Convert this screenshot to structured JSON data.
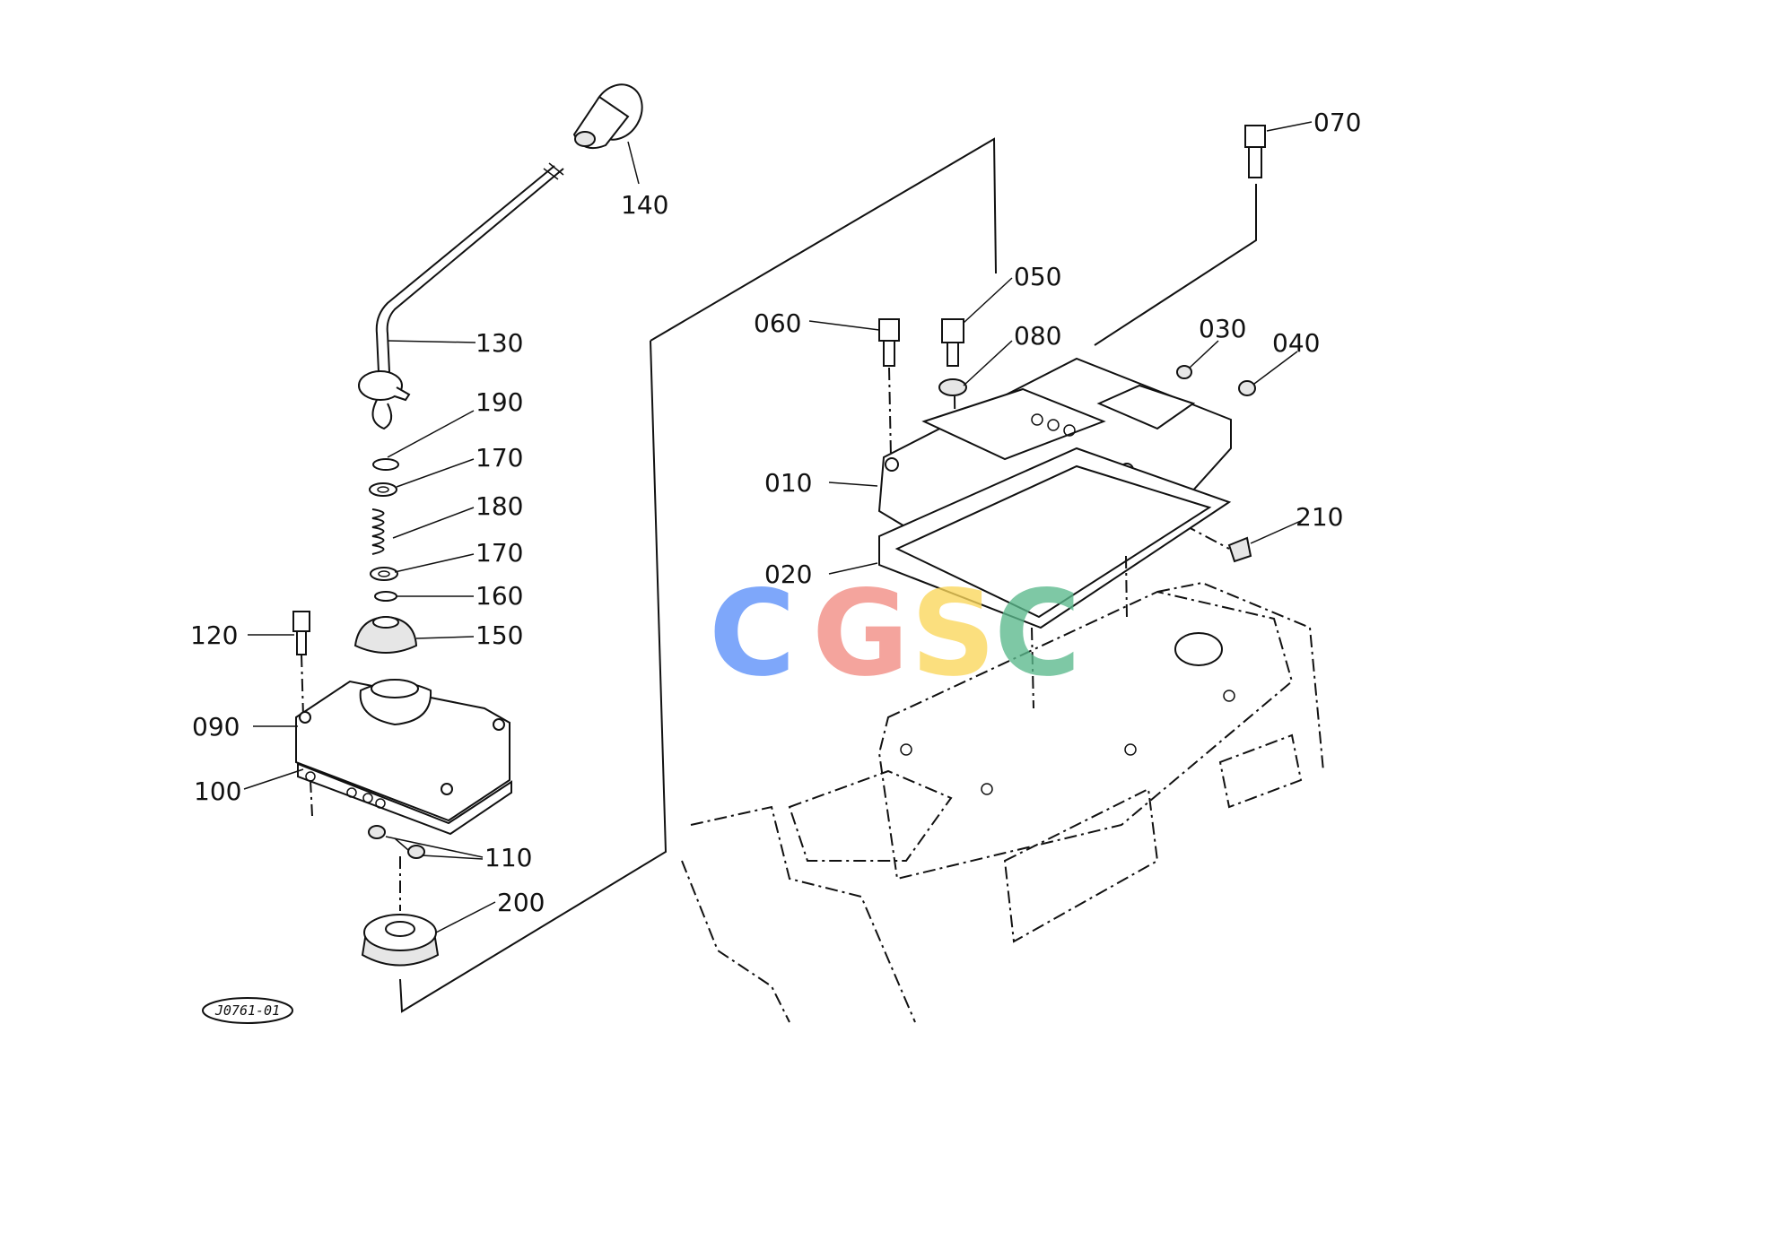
{
  "labels": {
    "p010": "010",
    "p020": "020",
    "p030": "030",
    "p040": "040",
    "p050": "050",
    "p060": "060",
    "p070": "070",
    "p080": "080",
    "p090": "090",
    "p100": "100",
    "p110": "110",
    "p120": "120",
    "p130": "130",
    "p140": "140",
    "p150": "150",
    "p160": "160",
    "p170a": "170",
    "p170b": "170",
    "p180": "180",
    "p190": "190",
    "p200": "200",
    "p210": "210"
  },
  "ref_code": "J0761-01",
  "watermark": {
    "letters": [
      "C",
      "G",
      "S",
      "C"
    ],
    "colors": [
      "#5b8ff9",
      "#f28b82",
      "#fbd75b",
      "#5bb98c"
    ]
  }
}
